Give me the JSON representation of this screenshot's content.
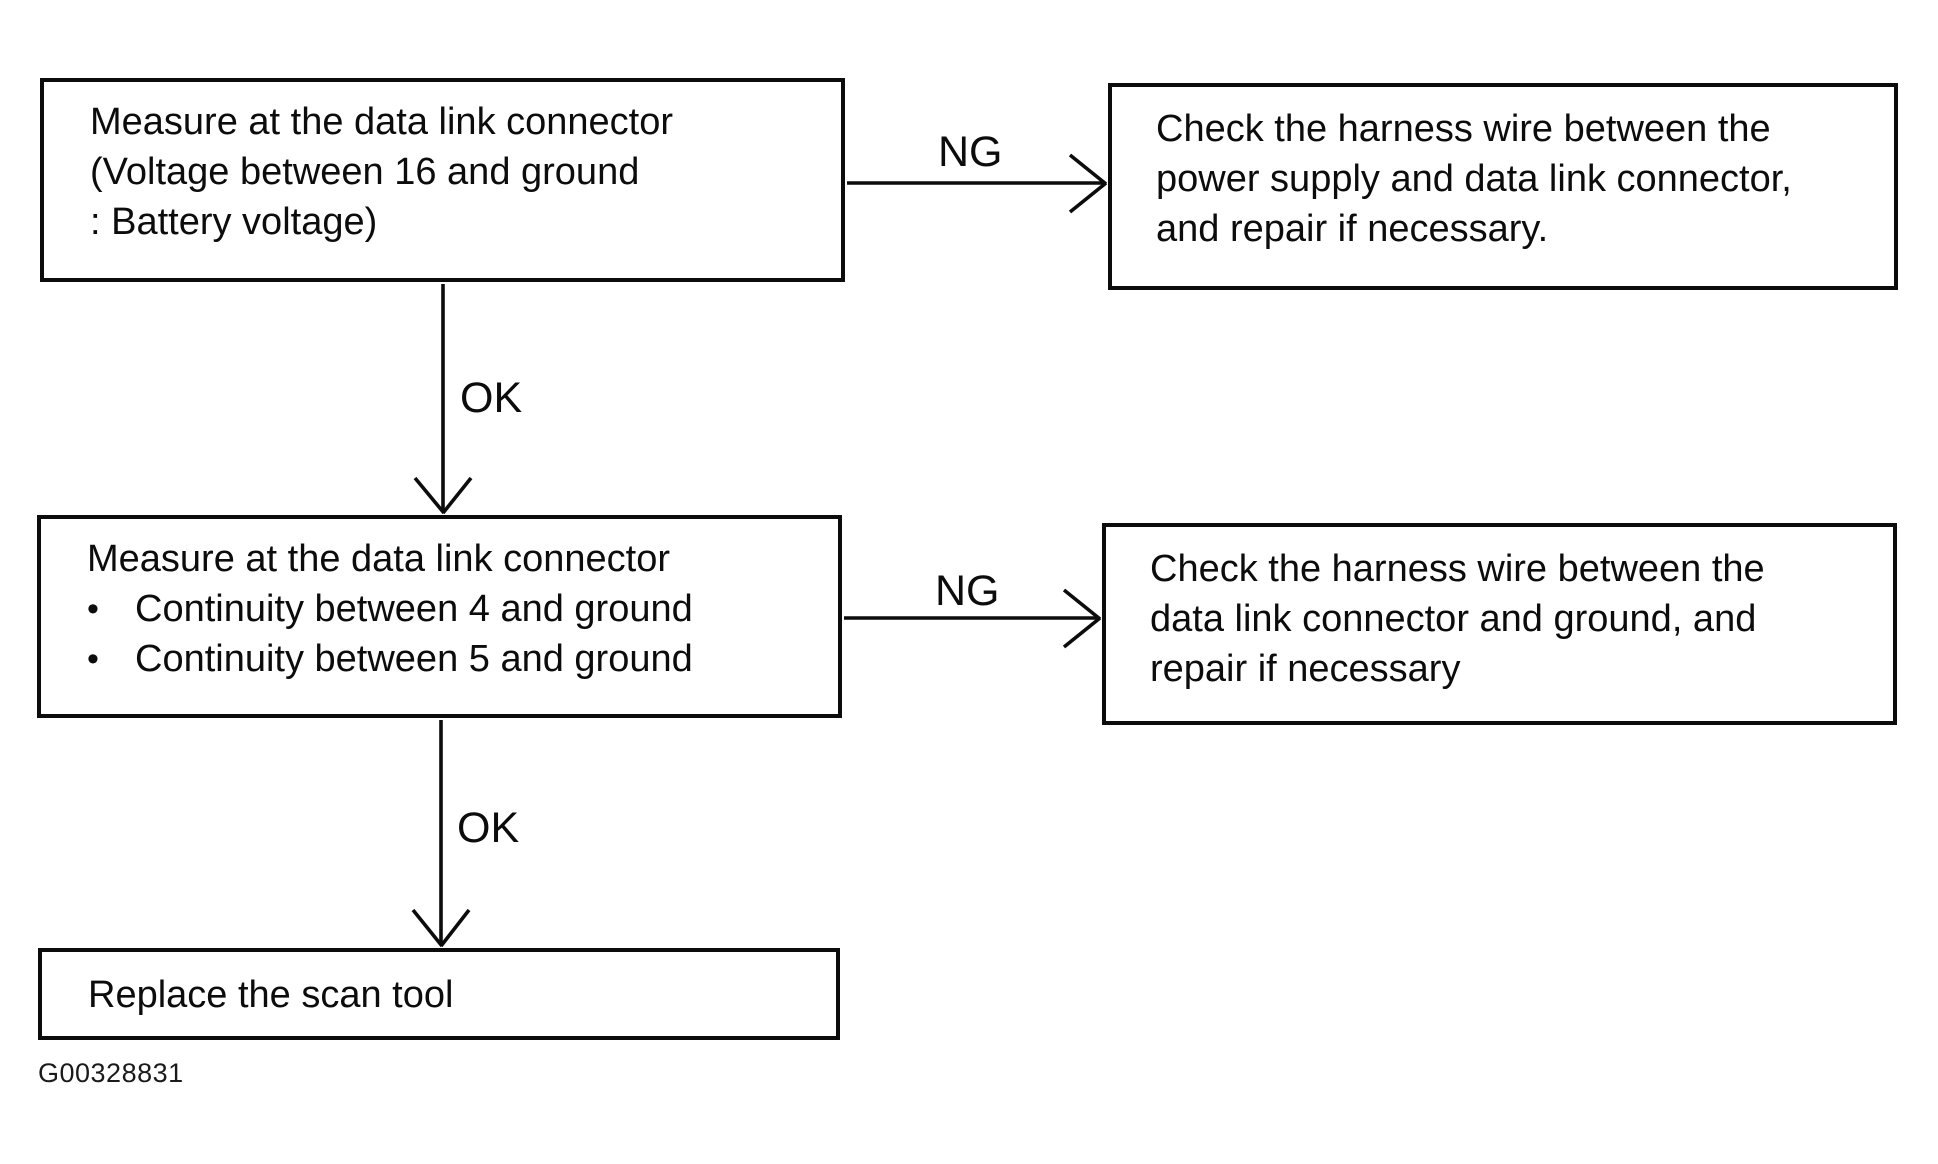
{
  "flowchart": {
    "step1": {
      "lines": [
        "Measure at the data link connector",
        "(Voltage between 16 and ground",
        ": Battery voltage)"
      ]
    },
    "branch1": {
      "label": "NG",
      "lines": [
        "Check the harness wire between the",
        "power supply and data link connector,",
        "and repair if necessary."
      ]
    },
    "ok1": "OK",
    "step2": {
      "title": "Measure at the data link connector",
      "bullet_marker": "•",
      "bullets": [
        "Continuity between 4 and ground",
        "Continuity between 5 and ground"
      ]
    },
    "branch2": {
      "label": "NG",
      "lines": [
        "Check the harness wire between the",
        "data link connector and ground, and",
        "repair if necessary"
      ]
    },
    "ok2": "OK",
    "step3": {
      "label": "Replace the scan tool"
    },
    "figure_code": "G00328831"
  }
}
